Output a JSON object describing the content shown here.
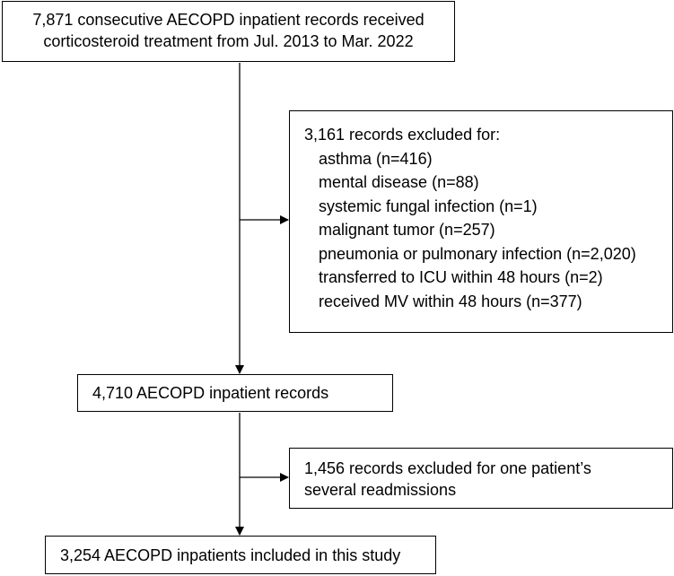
{
  "top_box": {
    "line1": "7,871 consecutive AECOPD inpatient records received",
    "line2": "corticosteroid treatment from Jul. 2013 to Mar. 2022"
  },
  "exclusion1": {
    "heading": "3,161 records excluded for:",
    "items": [
      "asthma (n=416)",
      "mental disease (n=88)",
      "systemic fungal infection (n=1)",
      "malignant tumor (n=257)",
      "pneumonia or pulmonary infection (n=2,020)",
      "transferred to ICU within 48 hours (n=2)",
      "received MV within 48 hours (n=377)"
    ]
  },
  "middle_box": {
    "text": "4,710 AECOPD inpatient records"
  },
  "exclusion2": {
    "line1": "1,456 records excluded for one patient’s",
    "line2": "several readmissions"
  },
  "final_box": {
    "text": "3,254 AECOPD inpatients included in this study"
  }
}
